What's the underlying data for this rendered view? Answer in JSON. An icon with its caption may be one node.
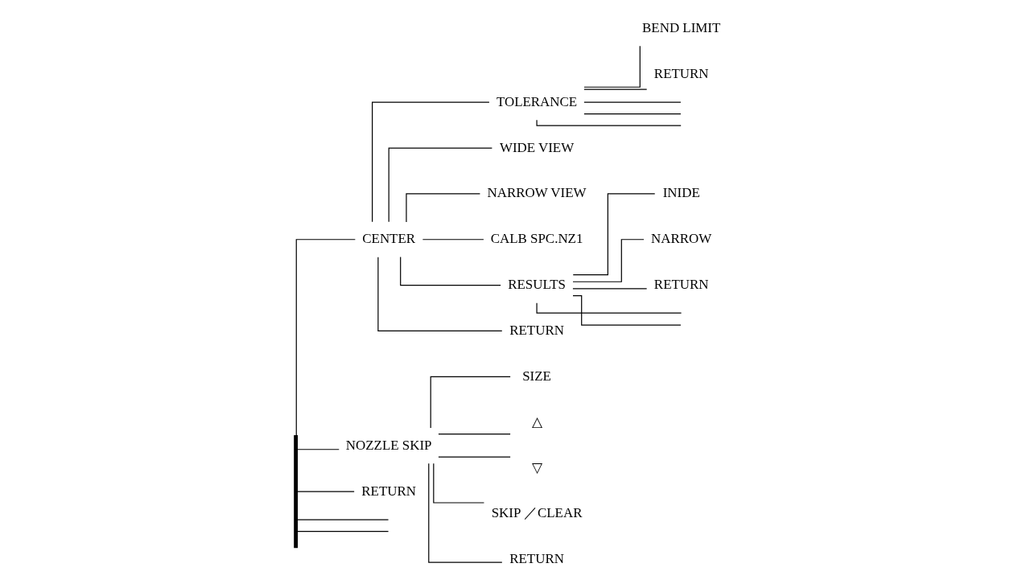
{
  "diagram": {
    "nodes": [
      {
        "text": [],
        "shape": "bar"
      },
      {
        "text": [
          "CENTER"
        ]
      },
      {
        "text": [
          "NOZZLE SKIP"
        ]
      },
      {
        "text": [
          "RETURN"
        ]
      },
      {
        "text": [
          "TOLERANCE"
        ]
      },
      {
        "text": [
          "WIDE VIEW"
        ]
      },
      {
        "text": [
          "NARROW VIEW"
        ]
      },
      {
        "text": [
          "CALB SPC.NZ1"
        ]
      },
      {
        "text": [
          "RESULTS"
        ]
      },
      {
        "text": [
          "RETURN"
        ]
      },
      {
        "text": [
          "BEND LIMIT"
        ]
      },
      {
        "text": [
          "RETURN"
        ]
      },
      {
        "text": [
          "SIZE"
        ]
      },
      {
        "text": [
          "△"
        ]
      },
      {
        "text": [
          "▽"
        ]
      },
      {
        "text": [
          "SKIP ／CLEAR"
        ]
      },
      {
        "text": [
          "RETURN"
        ]
      },
      {
        "text": [
          "INIDE"
        ]
      },
      {
        "text": [
          "NARROW"
        ]
      },
      {
        "text": [
          "RETURN"
        ]
      }
    ],
    "edges": [
      {
        "from": 0,
        "to": 1,
        "arrow": "none"
      },
      {
        "from": 0,
        "to": 2,
        "arrow": "none"
      },
      {
        "from": 0,
        "to": null,
        "arrow": "none"
      },
      {
        "from": 0,
        "to": null,
        "arrow": "none"
      },
      {
        "from": 0,
        "to": 3,
        "arrow": "none"
      },
      {
        "from": 1,
        "to": 4,
        "arrow": "none"
      },
      {
        "from": 1,
        "to": 5,
        "arrow": "none"
      },
      {
        "from": 1,
        "to": 6,
        "arrow": "none"
      },
      {
        "from": 1,
        "to": 7,
        "arrow": "none"
      },
      {
        "from": 1,
        "to": 8,
        "arrow": "none"
      },
      {
        "from": 1,
        "to": 9,
        "arrow": "none"
      },
      {
        "from": 4,
        "to": 10,
        "arrow": "none"
      },
      {
        "from": 4,
        "to": null,
        "arrow": "none"
      },
      {
        "from": 4,
        "to": null,
        "arrow": "none"
      },
      {
        "from": 4,
        "to": null,
        "arrow": "none"
      },
      {
        "from": 4,
        "to": 11,
        "arrow": "none"
      },
      {
        "from": 2,
        "to": 12,
        "arrow": "none"
      },
      {
        "from": 2,
        "to": 13,
        "arrow": "none"
      },
      {
        "from": 2,
        "to": 14,
        "arrow": "none"
      },
      {
        "from": 2,
        "to": 15,
        "arrow": "none"
      },
      {
        "from": 2,
        "to": 16,
        "arrow": "none"
      },
      {
        "from": 8,
        "to": 17,
        "arrow": "none"
      },
      {
        "from": 8,
        "to": 18,
        "arrow": "none"
      },
      {
        "from": 8,
        "to": null,
        "arrow": "none"
      },
      {
        "from": 8,
        "to": null,
        "arrow": "none"
      },
      {
        "from": 8,
        "to": 19,
        "arrow": "none"
      }
    ]
  }
}
